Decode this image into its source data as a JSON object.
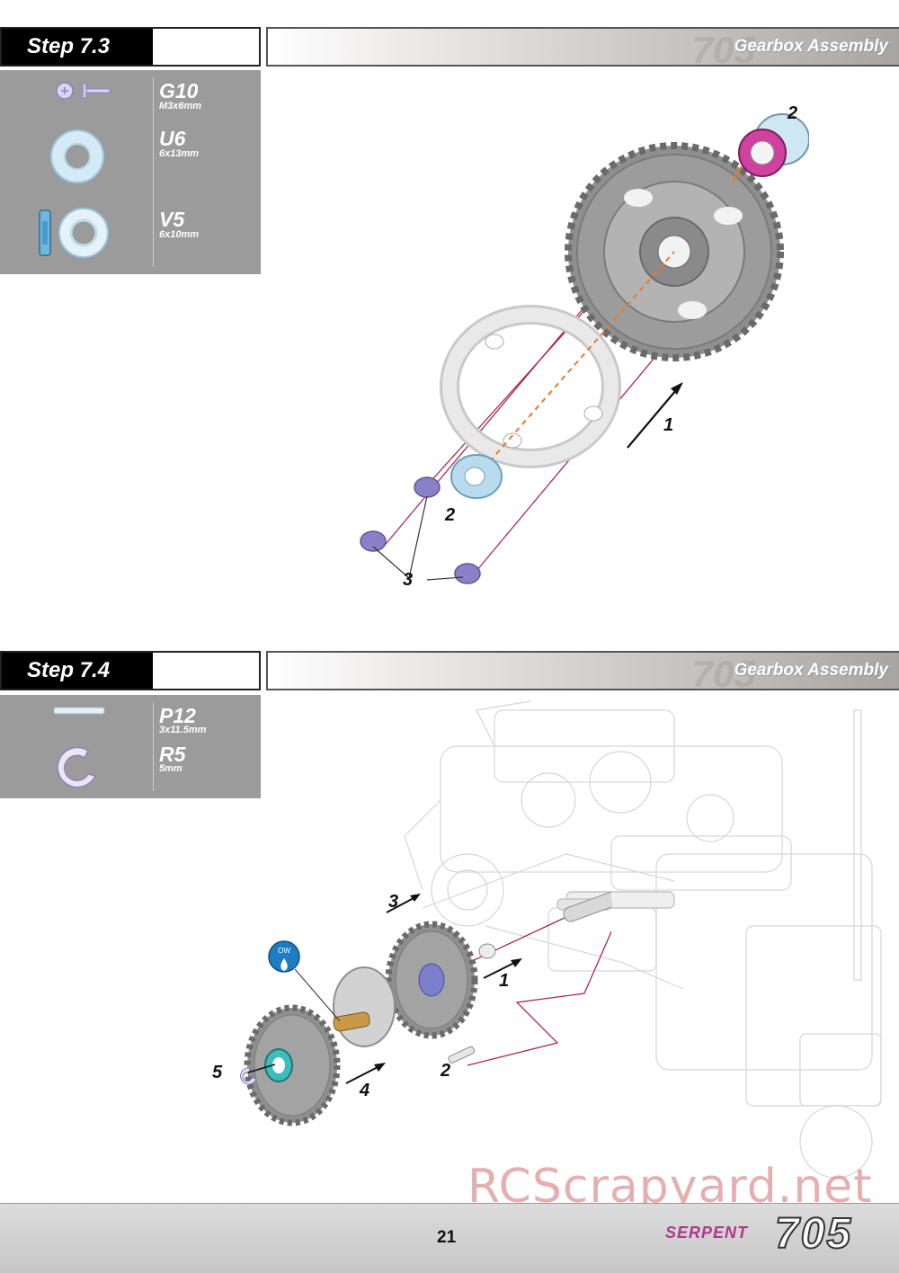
{
  "step_a": {
    "label": "Step 7.3",
    "section_title": "Gearbox Assembly",
    "section_watermark": "705",
    "parts": [
      {
        "code": "G10",
        "size": "M3x6mm"
      },
      {
        "code": "U6",
        "size": "6x13mm"
      },
      {
        "code": "V5",
        "size": "6x10mm"
      }
    ],
    "callouts": [
      "1",
      "2",
      "2",
      "3"
    ]
  },
  "step_b": {
    "label": "Step 7.4",
    "section_title": "Gearbox Assembly",
    "section_watermark": "705",
    "parts": [
      {
        "code": "P12",
        "size": "3x11.5mm"
      },
      {
        "code": "R5",
        "size": "5mm"
      }
    ],
    "oil_badge": "OW",
    "callouts": [
      "1",
      "2",
      "3",
      "4",
      "5"
    ]
  },
  "footer": {
    "page_number": "21",
    "brand": "SERPENT",
    "model": "705"
  },
  "watermark": "RCScrapyard.net",
  "colors": {
    "screw_purple": "#8a80c8",
    "bearing_pink": "#d0429f",
    "washer_blue": "#a9d3ea",
    "leader_red": "#a8294c",
    "orange_dash": "#e87a2a",
    "parts_panel_gray": "#9b9b9b",
    "brand_magenta": "#b0388a"
  }
}
